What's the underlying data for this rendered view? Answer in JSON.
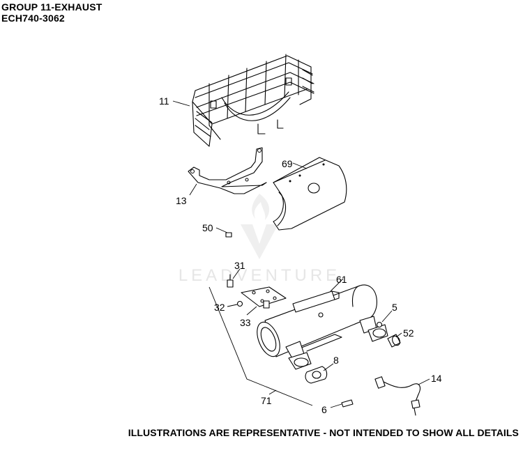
{
  "header": {
    "title": "GROUP 11-EXHAUST",
    "model": "ECH740-3062"
  },
  "watermark": {
    "text": "LEADVENTURE",
    "icon": "flame-logo-icon"
  },
  "callouts": {
    "c11": "11",
    "c13": "13",
    "c69": "69",
    "c50": "50",
    "c31": "31",
    "c61": "61",
    "c32": "32",
    "c33": "33",
    "c5": "5",
    "c52": "52",
    "c8": "8",
    "c14": "14",
    "c71": "71",
    "c6": "6"
  },
  "footer": {
    "disclaimer": "ILLUSTRATIONS ARE REPRESENTATIVE - NOT INTENDED TO SHOW ALL DETAILS"
  }
}
